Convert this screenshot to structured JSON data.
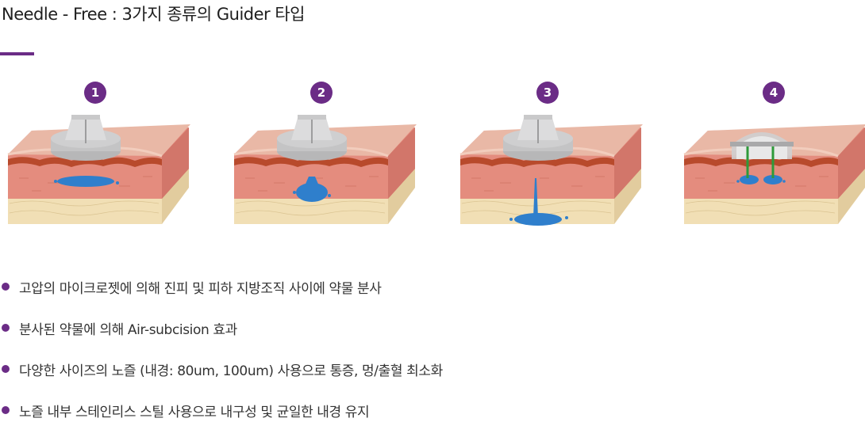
{
  "title": "Needle - Free : 3가지 종류의 Guider 타입",
  "colors": {
    "accent": "#6b2c86",
    "drug": "#2f7fcc",
    "skin_top": "#e9b8a6",
    "skin_side": "#e48c7e",
    "dermis_line": "#b84a2c",
    "fat": "#f1dfb5",
    "guider": "#cfcfd0",
    "needle": "#2e9a3a"
  },
  "steps": [
    {
      "number": "1",
      "guider_icon": "cap-guider-icon"
    },
    {
      "number": "2",
      "guider_icon": "cap-guider-icon"
    },
    {
      "number": "3",
      "guider_icon": "cap-guider-icon"
    },
    {
      "number": "4",
      "guider_icon": "dome-needle-guider-icon"
    }
  ],
  "bullets": [
    "고압의 마이크로젯에 의해 진피 및 피하 지방조직 사이에 약물 분사",
    "분사된 약물에 의해 Air-subcision 효과",
    "다양한 사이즈의 노즐 (내경: 80um, 100um) 사용으로 통증, 멍/출혈 최소화",
    "노즐 내부 스테인리스 스틸 사용으로 내구성 및 균일한 내경 유지"
  ]
}
